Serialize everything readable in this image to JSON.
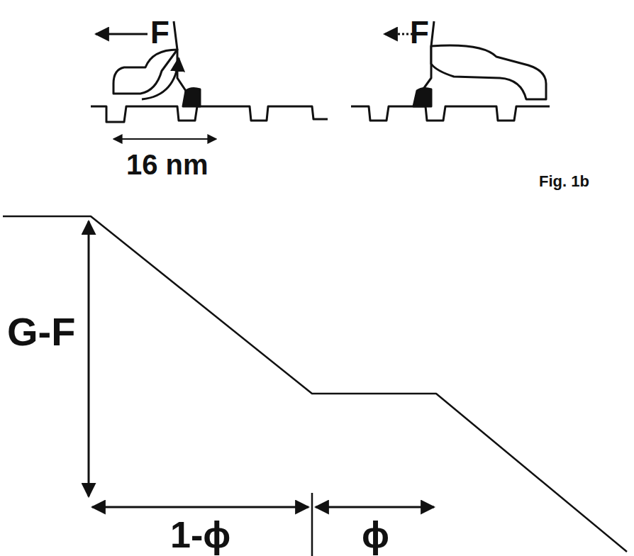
{
  "diagram": {
    "labels": [
      "F",
      "F",
      "16 nm",
      "Fig. 1b",
      "G-F",
      "1-ϕ",
      "ϕ"
    ]
  }
}
